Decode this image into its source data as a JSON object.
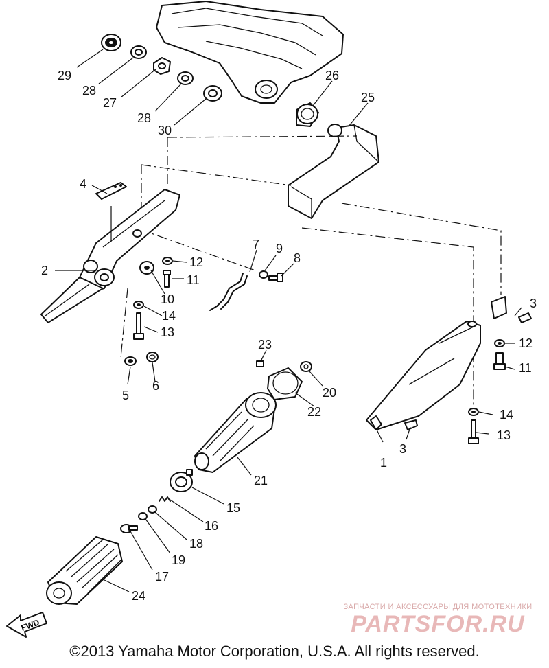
{
  "diagram": {
    "labels": [
      {
        "id": "29",
        "text": "29"
      },
      {
        "id": "28a",
        "text": "28"
      },
      {
        "id": "27",
        "text": "27"
      },
      {
        "id": "28b",
        "text": "28"
      },
      {
        "id": "30",
        "text": "30"
      },
      {
        "id": "26",
        "text": "26"
      },
      {
        "id": "25",
        "text": "25"
      },
      {
        "id": "4",
        "text": "4"
      },
      {
        "id": "2",
        "text": "2"
      },
      {
        "id": "12a",
        "text": "12"
      },
      {
        "id": "11a",
        "text": "11"
      },
      {
        "id": "10",
        "text": "10"
      },
      {
        "id": "14a",
        "text": "14"
      },
      {
        "id": "13a",
        "text": "13"
      },
      {
        "id": "5",
        "text": "5"
      },
      {
        "id": "6",
        "text": "6"
      },
      {
        "id": "7",
        "text": "7"
      },
      {
        "id": "9",
        "text": "9"
      },
      {
        "id": "8",
        "text": "8"
      },
      {
        "id": "3a",
        "text": "3"
      },
      {
        "id": "12b",
        "text": "12"
      },
      {
        "id": "11b",
        "text": "11"
      },
      {
        "id": "14b",
        "text": "14"
      },
      {
        "id": "13b",
        "text": "13"
      },
      {
        "id": "3b",
        "text": "3"
      },
      {
        "id": "1",
        "text": "1"
      },
      {
        "id": "23",
        "text": "23"
      },
      {
        "id": "20",
        "text": "20"
      },
      {
        "id": "22",
        "text": "22"
      },
      {
        "id": "21",
        "text": "21"
      },
      {
        "id": "15",
        "text": "15"
      },
      {
        "id": "16",
        "text": "16"
      },
      {
        "id": "18",
        "text": "18"
      },
      {
        "id": "19",
        "text": "19"
      },
      {
        "id": "17",
        "text": "17"
      },
      {
        "id": "24",
        "text": "24"
      }
    ],
    "fwd_label": "FWD"
  },
  "watermark": {
    "tagline": "ЗАПЧАСТИ И АКСЕССУАРЫ ДЛЯ МОТОТЕХНИКИ",
    "logo": "PARTSFOR.RU"
  },
  "footer": {
    "copyright": "©2013 Yamaha Motor Corporation, U.S.A. All rights reserved."
  }
}
